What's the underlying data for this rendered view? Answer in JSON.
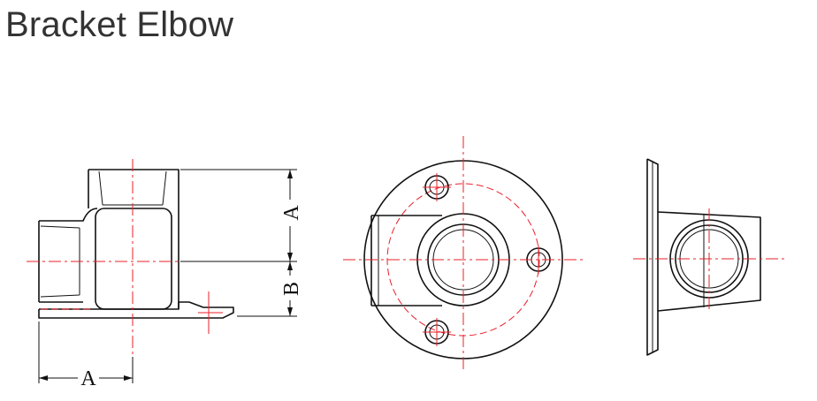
{
  "title": "Bracket Elbow",
  "dimensions": {
    "front_vertical_upper": "A",
    "front_vertical_lower": "B",
    "front_horizontal": "A"
  }
}
